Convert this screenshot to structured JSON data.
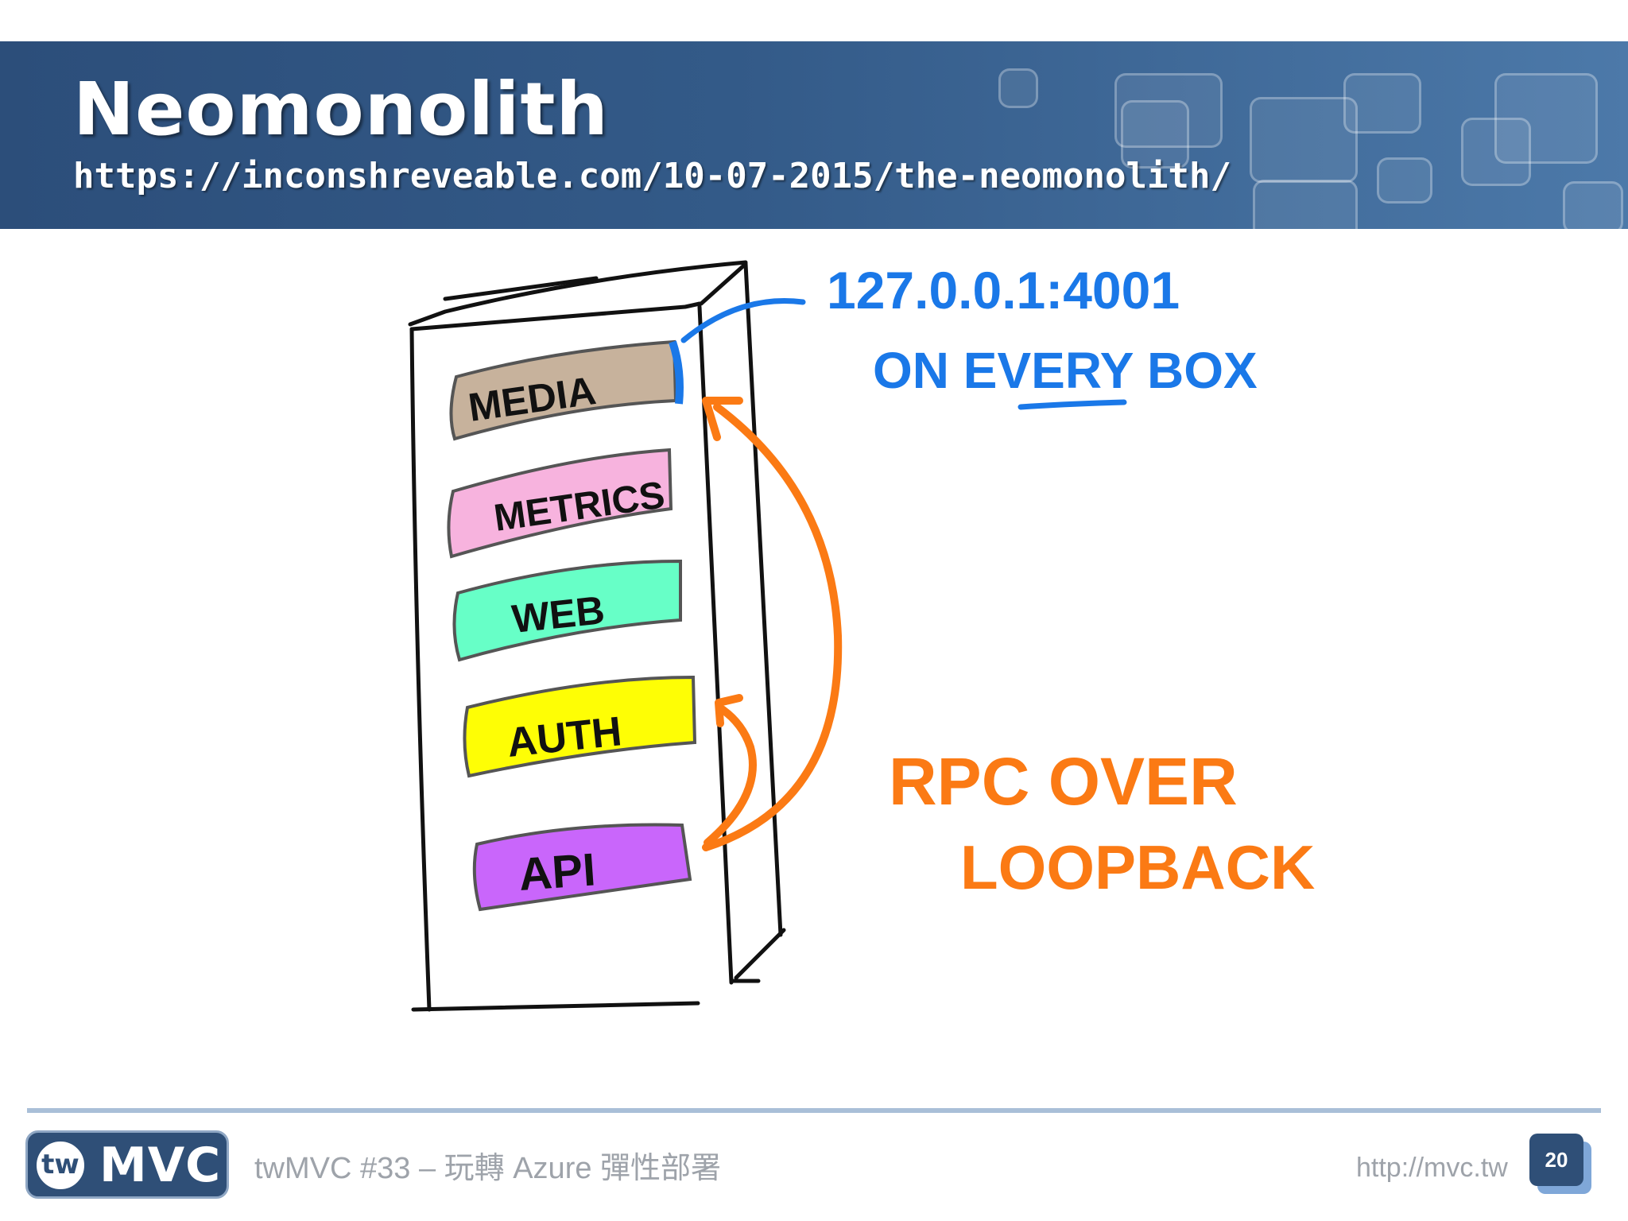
{
  "slide": {
    "title": "Neomonolith",
    "subtitle": "https://inconshreveable.com/10-07-2015/the-neomonolith/"
  },
  "diagram": {
    "services": [
      {
        "label": "MEDIA",
        "color": "#c7b29c"
      },
      {
        "label": "METRICS",
        "color": "#f7b3de"
      },
      {
        "label": "WEB",
        "color": "#67ffc7"
      },
      {
        "label": "AUTH",
        "color": "#fefe05"
      },
      {
        "label": "API",
        "color": "#c966fb"
      }
    ],
    "address_note": "127.0.0.1:4001",
    "every_box_note": "ON EVERY BOX",
    "rpc_note_line1": "RPC OVER",
    "rpc_note_line2": "LOOPBACK",
    "colors": {
      "blue_ink": "#1a78e8",
      "orange_ink": "#fb7a14",
      "black_ink": "#111111"
    }
  },
  "footer": {
    "logo_tw": "tw",
    "logo_mvc": "MVC",
    "event_title": "twMVC #33 – 玩轉 Azure 彈性部署",
    "site_url": "http://mvc.tw",
    "page_number": "20"
  }
}
